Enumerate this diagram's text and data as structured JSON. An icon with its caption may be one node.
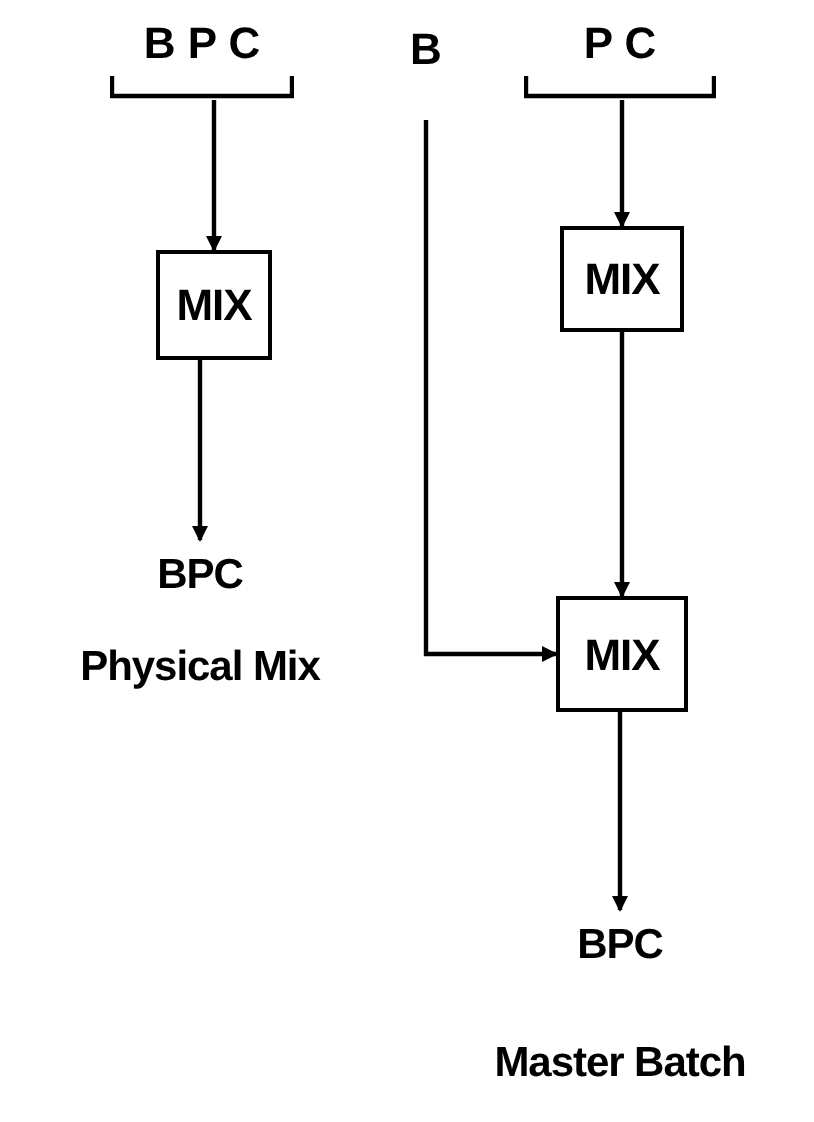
{
  "diagram": {
    "nodes": [
      {
        "text": [
          "B P C"
        ]
      },
      {
        "text": [
          "MIX"
        ]
      },
      {
        "text": [
          "BPC",
          "Physical Mix"
        ]
      },
      {
        "text": [
          "B"
        ]
      },
      {
        "text": [
          "P C"
        ]
      },
      {
        "text": [
          "MIX"
        ]
      },
      {
        "text": [
          "MIX"
        ]
      },
      {
        "text": [
          "BPC",
          "Master Batch"
        ]
      }
    ],
    "edges": [
      {
        "from": 0,
        "to": 1,
        "arrow": "to"
      },
      {
        "from": 1,
        "to": 2,
        "arrow": "to"
      },
      {
        "from": 4,
        "to": 5,
        "arrow": "to"
      },
      {
        "from": 5,
        "to": 6,
        "arrow": "to"
      },
      {
        "from": 3,
        "to": 6,
        "arrow": "to"
      },
      {
        "from": 6,
        "to": 7,
        "arrow": "to"
      }
    ]
  }
}
